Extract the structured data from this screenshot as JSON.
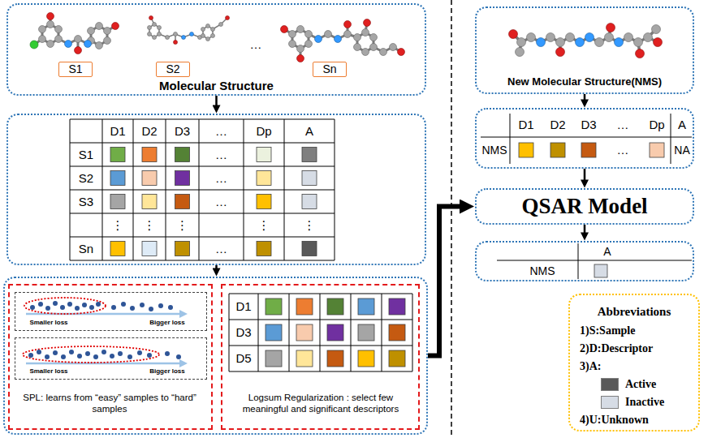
{
  "diagram": {
    "nodes": [
      {
        "text": [
          "Molecular Structure"
        ]
      },
      {
        "text": [
          "S1"
        ],
        "in": 0
      },
      {
        "text": [
          "S2"
        ],
        "in": 0
      },
      {
        "text": [
          "Sn"
        ],
        "in": 0
      },
      {
        "text": [
          "D1",
          "D2",
          "D3",
          "…",
          "Dp",
          "A",
          "S1",
          "…",
          "S2",
          "…",
          "S3",
          "…",
          "⋮",
          "⋮",
          "⋮",
          "⋮",
          "⋮",
          "Sn",
          "…"
        ]
      },
      {
        "text": []
      },
      {
        "text": [
          "SPL: learns from “easy” samples to “hard” samples"
        ],
        "in": 5
      },
      {
        "text": [
          "Smaller loss",
          "Bigger loss"
        ],
        "in": 6
      },
      {
        "text": [
          "Smaller loss",
          "Bigger loss"
        ],
        "in": 6
      },
      {
        "text": [
          "D1",
          "D3",
          "D5",
          "Logsum Regularization : select few meaningful and significant descriptors"
        ],
        "in": 5
      },
      {
        "text": [
          "New Molecular Structure(NMS)"
        ]
      },
      {
        "text": [
          "D1",
          "D2",
          "D3",
          "…",
          "Dp",
          "A",
          "NMS",
          "…",
          "NA"
        ]
      },
      {
        "text": [
          "QSAR Model"
        ]
      },
      {
        "text": [
          "A",
          "NMS"
        ]
      },
      {
        "text": [
          "Abbreviations",
          "1)S:Sample",
          "2)D:Descriptor",
          "3)A:",
          "4)U:Unknown"
        ]
      }
    ],
    "edges": [
      {
        "from": 0,
        "to": 4,
        "arrow": "to"
      },
      {
        "from": 4,
        "to": 5,
        "arrow": "to"
      },
      {
        "from": 5,
        "to": 12,
        "arrow": "to"
      },
      {
        "from": 10,
        "to": 11,
        "arrow": "to"
      },
      {
        "from": 11,
        "to": 12,
        "arrow": "to"
      },
      {
        "from": 12,
        "to": 13,
        "arrow": "to"
      }
    ],
    "labels": [
      "…"
    ],
    "legend": [
      {
        "text": "Active",
        "color": "#595959"
      },
      {
        "text": "Inactive",
        "color": "#D6DCE5"
      }
    ]
  }
}
